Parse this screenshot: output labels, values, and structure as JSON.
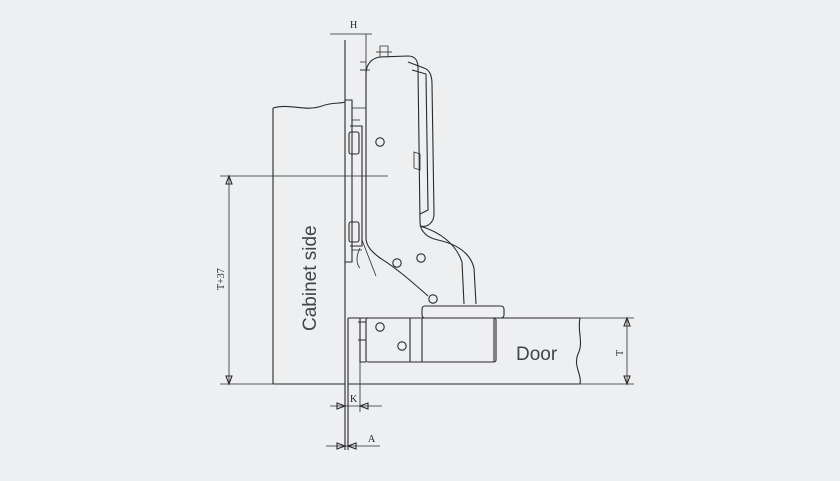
{
  "labels": {
    "cabinet_side": "Cabinet side",
    "door": "Door",
    "dim_h": "H",
    "dim_t37": "T+37",
    "dim_t": "T",
    "dim_k": "K",
    "dim_a": "A"
  },
  "colors": {
    "background": "#eeeff1",
    "line": "#2a2a2a",
    "text": "#444444"
  }
}
